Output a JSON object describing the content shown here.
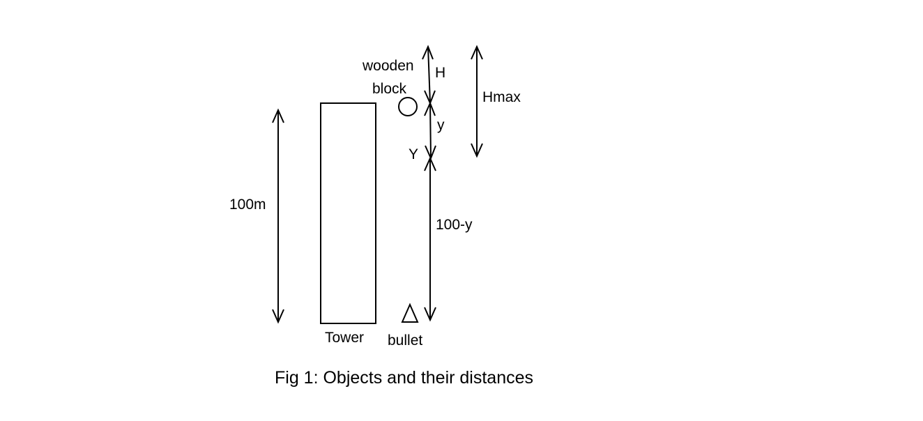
{
  "labels": {
    "height_total": "100m",
    "tower": "Tower",
    "bullet": "bullet",
    "wooden": "wooden",
    "block": "block",
    "h": "H",
    "y_lower": "y",
    "y_upper": "Y",
    "hundred_minus_y": "100-y",
    "hmax": "Hmax"
  },
  "caption": "Fig 1: Objects and their distances",
  "colors": {
    "line": "#000000",
    "background": "#ffffff"
  }
}
